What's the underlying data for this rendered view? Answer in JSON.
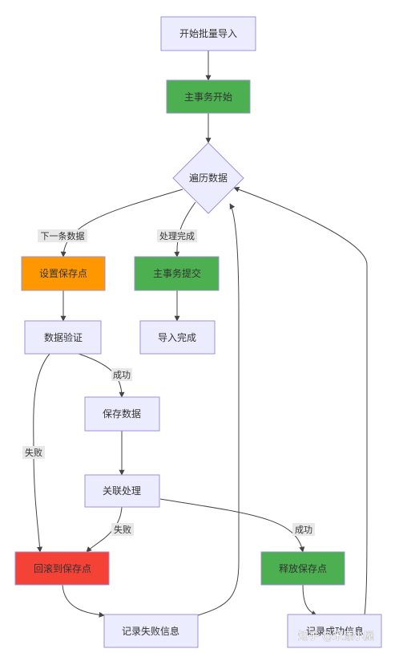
{
  "colors": {
    "default_fill": "#ececff",
    "default_stroke": "#9d92d8",
    "orange": "#ff9800",
    "green": "#4caf50",
    "red": "#f44336"
  },
  "nodes": {
    "start": "开始批量导入",
    "tx_begin": "主事务开始",
    "loop": "遍历数据",
    "savepoint": "设置保存点",
    "tx_commit": "主事务提交",
    "validate": "数据验证",
    "import_done": "导入完成",
    "save": "保存数据",
    "relate": "关联处理",
    "rollback": "回滚到保存点",
    "release": "释放保存点",
    "log_fail": "记录失败信息",
    "log_success": "记录成功信息"
  },
  "edges": {
    "next": "下一条数据",
    "done": "处理完成",
    "success1": "成功",
    "fail1": "失败",
    "fail2": "失败",
    "success2": "成功"
  },
  "watermark": "知乎 @米漾小屋"
}
